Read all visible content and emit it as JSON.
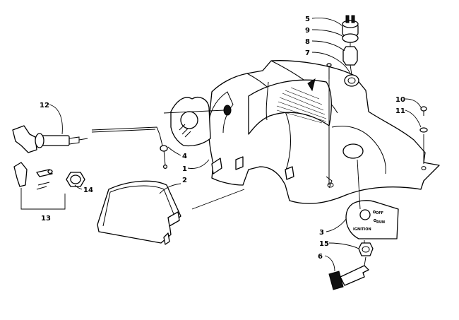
{
  "callouts": {
    "c1": "1",
    "c2": "2",
    "c3": "3",
    "c4": "4",
    "c5": "5",
    "c6": "6",
    "c7": "7",
    "c8": "8",
    "c9": "9",
    "c10": "10",
    "c11": "11",
    "c12": "12",
    "c13": "13",
    "c14": "14",
    "c15": "15"
  },
  "ignition_plate": {
    "off": "OFF",
    "run": "RUN",
    "ignition": "IGNITION"
  }
}
